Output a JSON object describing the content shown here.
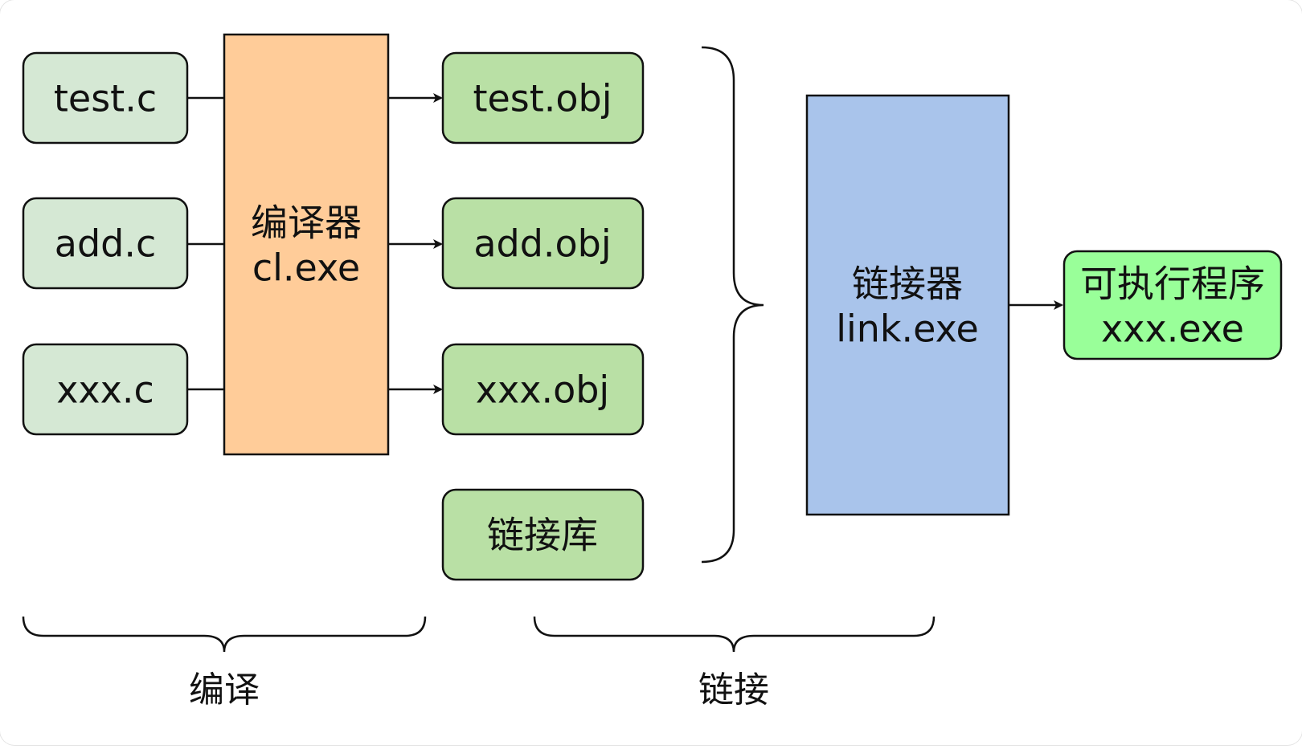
{
  "sources": [
    "test.c",
    "add.c",
    "xxx.c"
  ],
  "compiler": {
    "line1": "编译器",
    "line2": "cl.exe"
  },
  "objects": [
    "test.obj",
    "add.obj",
    "xxx.obj",
    "链接库"
  ],
  "linker": {
    "line1": "链接器",
    "line2": "link.exe"
  },
  "output": {
    "line1": "可执行程序",
    "line2": "xxx.exe"
  },
  "stages": {
    "compile": "编译",
    "link": "链接"
  },
  "colors": {
    "source_fill": "#d5e8d4",
    "compiler_fill": "#ffcc99",
    "object_fill": "#b9e0a5",
    "linker_fill": "#a9c4eb",
    "output_fill": "#99ff99",
    "stroke": "#111111"
  }
}
